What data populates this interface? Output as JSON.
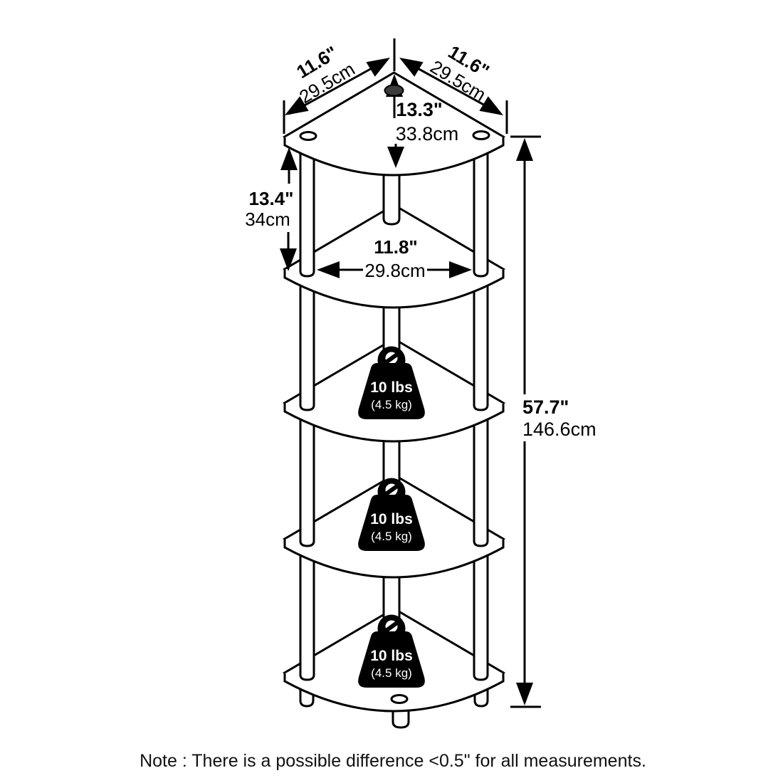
{
  "colors": {
    "line": "#000000",
    "background": "#ffffff",
    "weight_fill": "#000000",
    "weight_text": "#ffffff",
    "top_knob_fill": "#3d3d3d"
  },
  "dimensions": {
    "top_edge_left": {
      "inches": "11.6\"",
      "cm": "29.5cm"
    },
    "top_edge_right": {
      "inches": "11.6\"",
      "cm": "29.5cm"
    },
    "top_depth": {
      "inches": "13.3\"",
      "cm": "33.8cm"
    },
    "tier_height": {
      "inches": "13.4\"",
      "cm": "34cm"
    },
    "shelf_width": {
      "inches": "11.8\"",
      "cm": "29.8cm"
    },
    "overall_height": {
      "inches": "57.7\"",
      "cm": "146.6cm"
    }
  },
  "load_labels": [
    {
      "pounds": "10 lbs",
      "kilograms": "(4.5 kg)"
    },
    {
      "pounds": "10 lbs",
      "kilograms": "(4.5 kg)"
    },
    {
      "pounds": "10 lbs",
      "kilograms": "(4.5 kg)"
    }
  ],
  "note": "Note : There is a possible difference <0.5\" for all measurements."
}
